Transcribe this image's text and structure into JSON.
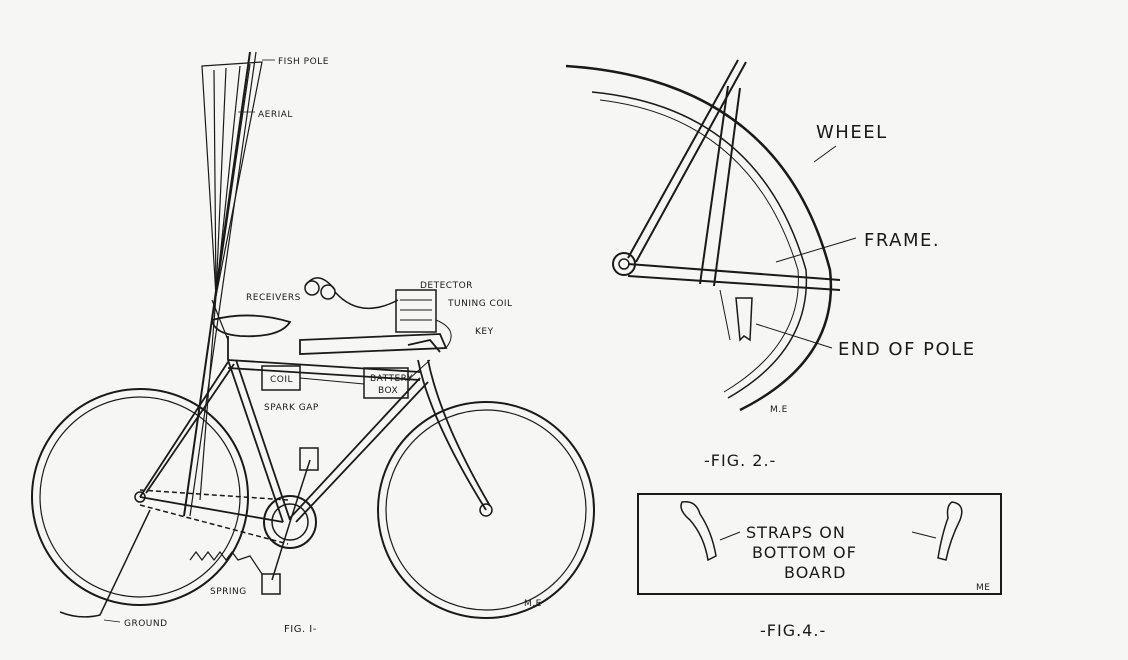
{
  "fig1": {
    "caption": "FIG. I-",
    "labels": {
      "fish_pole": "FISH POLE",
      "aerial": "AERIAL",
      "detector": "DETECTOR",
      "receivers": "RECEIVERS",
      "tuning_coil": "TUNING COIL",
      "key": "KEY",
      "coil": "COIL",
      "battery_box_line1": "BATTERY",
      "battery_box_line2": "BOX",
      "spark_gap": "SPARK GAP",
      "spring": "SPRING",
      "ground": "GROUND"
    }
  },
  "fig2": {
    "caption": "-FIG. 2.-",
    "labels": {
      "wheel": "WHEEL",
      "frame": "FRAME.",
      "end_of_pole": "END OF POLE",
      "initials": "M.E"
    }
  },
  "fig4": {
    "caption": "-FIG.4.-",
    "labels": {
      "line1": "STRAPS ON",
      "line2": "BOTTOM OF",
      "line3": "BOARD",
      "initials": "ME"
    }
  },
  "fig1_initials": "M.E"
}
